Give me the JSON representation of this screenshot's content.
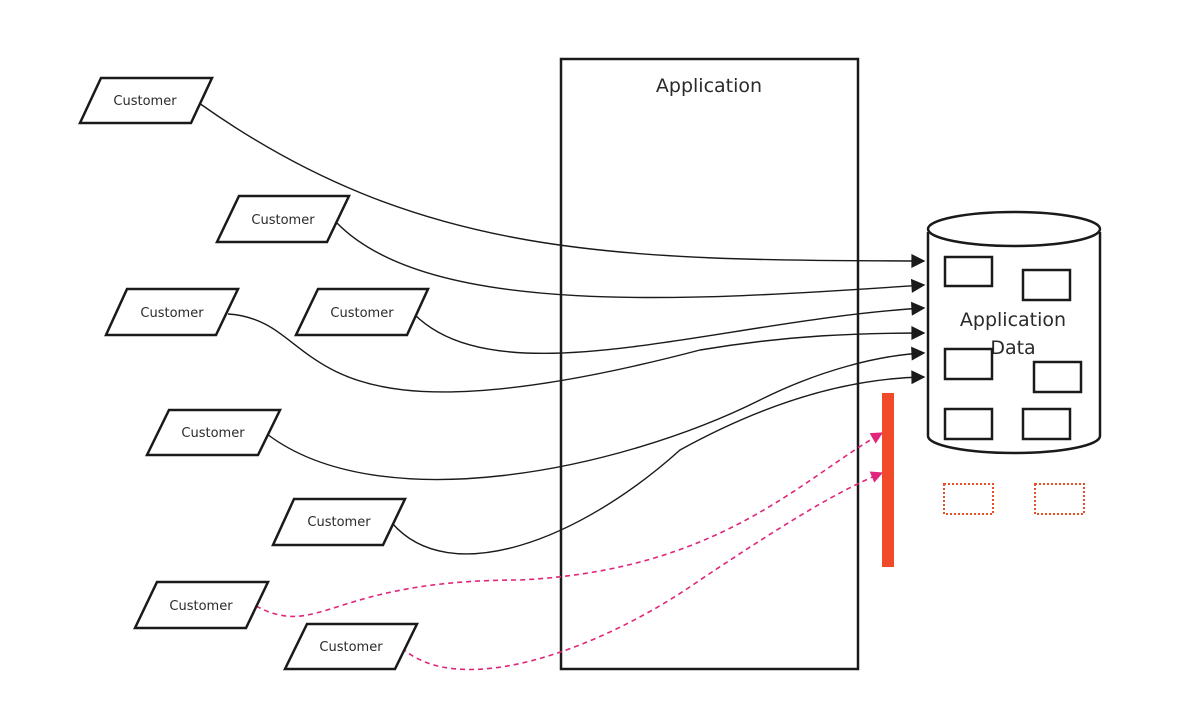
{
  "diagram": {
    "customer_label": "Customer",
    "application_label": "Application",
    "datastore_label_line1": "Application",
    "datastore_label_line2": "Data",
    "colors": {
      "stroke": "#1a1a1a",
      "blocked_connection": "#e0267a",
      "barrier": "#f04a2a",
      "dotted_record": "#e8502a"
    }
  }
}
